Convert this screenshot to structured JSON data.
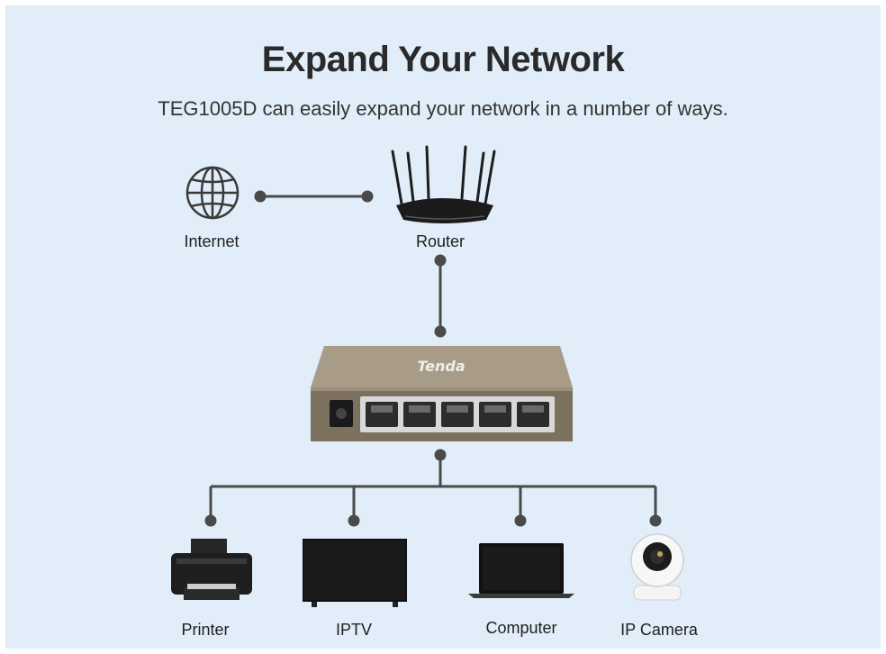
{
  "header": {
    "title": "Expand Your Network",
    "subtitle": "TEG1005D can easily expand your network in a number of ways."
  },
  "nodes": {
    "internet": {
      "label": "Internet",
      "icon": "globe-icon"
    },
    "router": {
      "label": "Router",
      "icon": "router-icon"
    },
    "switch": {
      "brand": "Tenda",
      "icon": "switch-icon"
    },
    "printer": {
      "label": "Printer",
      "icon": "printer-icon"
    },
    "iptv": {
      "label": "IPTV",
      "icon": "tv-icon"
    },
    "computer": {
      "label": "Computer",
      "icon": "laptop-icon"
    },
    "camera": {
      "label": "IP Camera",
      "icon": "camera-icon"
    }
  },
  "colors": {
    "background": "#e1edf8",
    "line": "#4a4a4a",
    "switch_body": "#8a7d6a"
  }
}
